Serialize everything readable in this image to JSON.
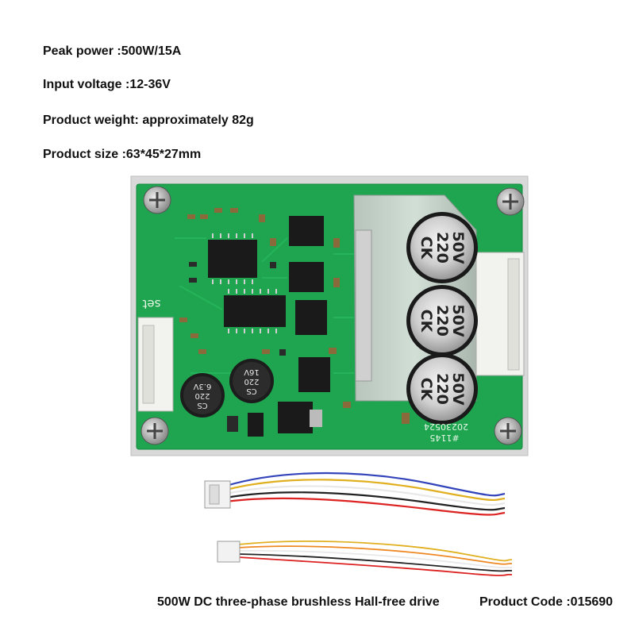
{
  "specs": [
    {
      "text": "Peak power :500W/15A"
    },
    {
      "text": "Input voltage :12-36V"
    },
    {
      "text": "Product weight: approximately 82g"
    },
    {
      "text": "Product size :63*45*27mm"
    }
  ],
  "board": {
    "silkscreen_set": "set",
    "silkscreen_date": "20230524",
    "silkscreen_id": "#1145",
    "capacitors_large": [
      {
        "brand": "CK",
        "capacitance": "220",
        "voltage": "50V"
      },
      {
        "brand": "CK",
        "capacitance": "220",
        "voltage": "50V"
      },
      {
        "brand": "CK",
        "capacitance": "220",
        "voltage": "50V"
      }
    ],
    "capacitors_small": [
      {
        "brand": "CS",
        "capacitance": "220",
        "voltage": "6.3V"
      },
      {
        "brand": "CS",
        "capacitance": "220",
        "voltage": "16V"
      }
    ],
    "pcb_color": "#1fa54f"
  },
  "captions": {
    "product_name": "500W DC three-phase brushless Hall-free drive",
    "product_code": "Product Code :015690"
  }
}
